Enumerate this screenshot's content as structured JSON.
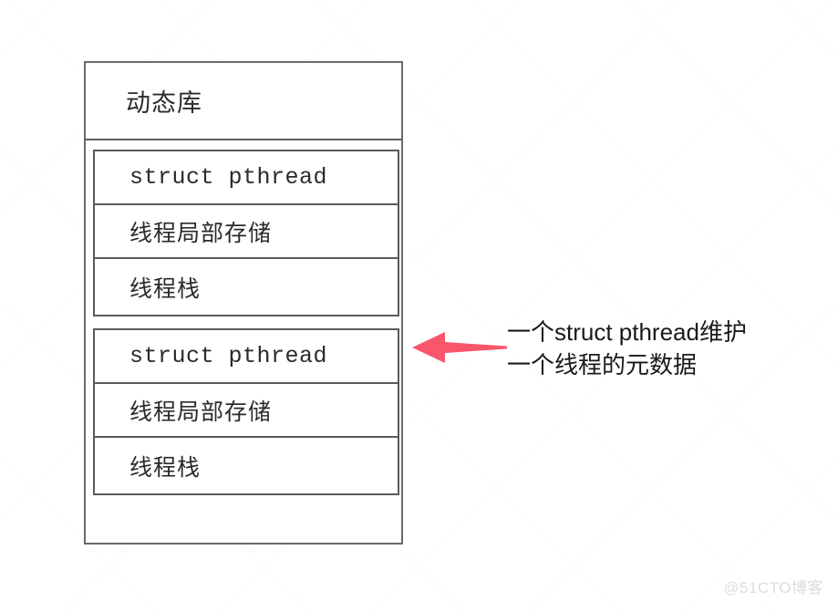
{
  "diagram": {
    "library_box": {
      "title": "动态库",
      "border_color": "#6a6a6a"
    },
    "pthread_blocks": [
      {
        "rows": [
          {
            "label": "struct pthread",
            "style": "mono"
          },
          {
            "label": "线程局部存储",
            "style": "cjk"
          },
          {
            "label": "线程栈",
            "style": "cjk"
          }
        ]
      },
      {
        "rows": [
          {
            "label": "struct pthread",
            "style": "mono"
          },
          {
            "label": "线程局部存储",
            "style": "cjk"
          },
          {
            "label": "线程栈",
            "style": "cjk"
          }
        ]
      }
    ],
    "annotation": {
      "line1": "一个struct pthread维护",
      "line2": "一个线程的元数据",
      "arrow_icon": "arrow-left-icon",
      "arrow_color": "#F9566B",
      "arrow_direction": "left"
    }
  },
  "watermark": {
    "text": "@51CTO博客",
    "color": "#dcdcdc"
  }
}
